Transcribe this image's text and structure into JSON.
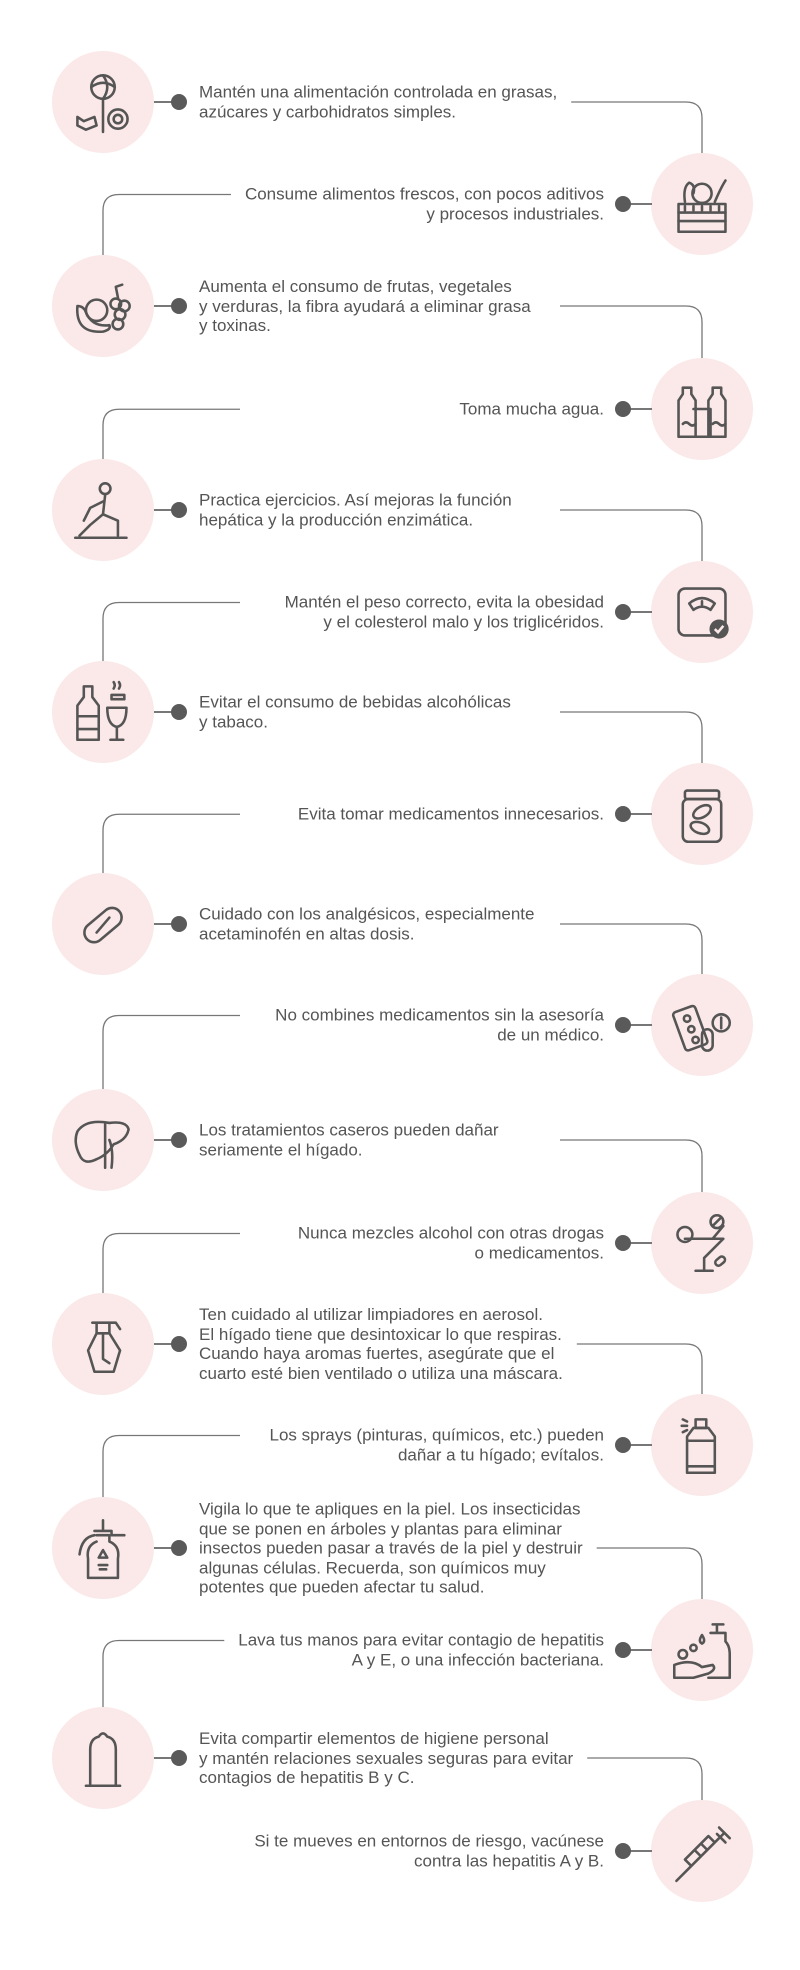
{
  "colors": {
    "circle": "#fbe8e8",
    "text": "#555555",
    "dot": "#5a5a5a",
    "line": "#777777"
  },
  "items": [
    {
      "text": "Mantén una alimentación controlada en grasas,\nazúcares y carbohidratos simples.",
      "icon": "candy-icon",
      "side": "left"
    },
    {
      "text": "Consume alimentos frescos, con pocos aditivos\ny procesos industriales.",
      "icon": "produce-crate-icon",
      "side": "right"
    },
    {
      "text": "Aumenta el consumo de frutas, vegetales\ny verduras, la fibra ayudará a eliminar grasa\ny toxinas.",
      "icon": "fruits-icon",
      "side": "left"
    },
    {
      "text": "Toma mucha agua.",
      "icon": "water-bottles-icon",
      "side": "right"
    },
    {
      "text": "Practica ejercicios. Así mejoras la función\nhepática y la producción enzimática.",
      "icon": "exercise-icon",
      "side": "left"
    },
    {
      "text": "Mantén el peso correcto, evita la obesidad\ny el colesterol malo y los triglicéridos.",
      "icon": "scale-icon",
      "side": "right"
    },
    {
      "text": "Evitar el consumo de bebidas alcohólicas\ny tabaco.",
      "icon": "alcohol-tobacco-icon",
      "side": "left"
    },
    {
      "text": "Evita tomar medicamentos innecesarios.",
      "icon": "pill-jar-icon",
      "side": "right"
    },
    {
      "text": "Cuidado con los analgésicos, especialmente\nacetaminofén en altas dosis.",
      "icon": "capsule-icon",
      "side": "left"
    },
    {
      "text": "No combines medicamentos sin la asesoría\nde un médico.",
      "icon": "pills-pack-icon",
      "side": "right"
    },
    {
      "text": "Los tratamientos caseros pueden dañar\nseriamente el hígado.",
      "icon": "liver-icon",
      "side": "left"
    },
    {
      "text": "Nunca mezcles alcohol con otras drogas\no medicamentos.",
      "icon": "cocktail-pill-icon",
      "side": "right"
    },
    {
      "text": "Ten cuidado al utilizar limpiadores en aerosol.\nEl hígado tiene que desintoxicar lo que respiras.\nCuando haya aromas fuertes, asegúrate que el\ncuarto esté bien ventilado o utiliza una máscara.",
      "icon": "spray-bottle-icon",
      "side": "left"
    },
    {
      "text": "Los sprays (pinturas, químicos, etc.) pueden\ndañar a tu hígado; evítalos.",
      "icon": "spray-can-icon",
      "side": "right"
    },
    {
      "text": "Vigila lo que te apliques en la piel. Los insecticidas\nque se ponen en árboles y plantas para eliminar\ninsectos pueden pasar a través de la piel y destruir\nalgunas células. Recuerda, son químicos muy\npotentes que pueden afectar tu salud.",
      "icon": "pesticide-sprayer-icon",
      "side": "left"
    },
    {
      "text": "Lava tus manos para evitar contagio de hepatitis\nA y E, o una infección bacteriana.",
      "icon": "hand-wash-icon",
      "side": "right"
    },
    {
      "text": "Evita compartir elementos de higiene personal\ny mantén relaciones sexuales seguras para evitar\ncontagios de hepatitis B y C.",
      "icon": "condom-icon",
      "side": "left"
    },
    {
      "text": "Si te mueves en entornos de riesgo, vacúnese\ncontra las hepatitis A y B.",
      "icon": "syringe-icon",
      "side": "right"
    }
  ]
}
